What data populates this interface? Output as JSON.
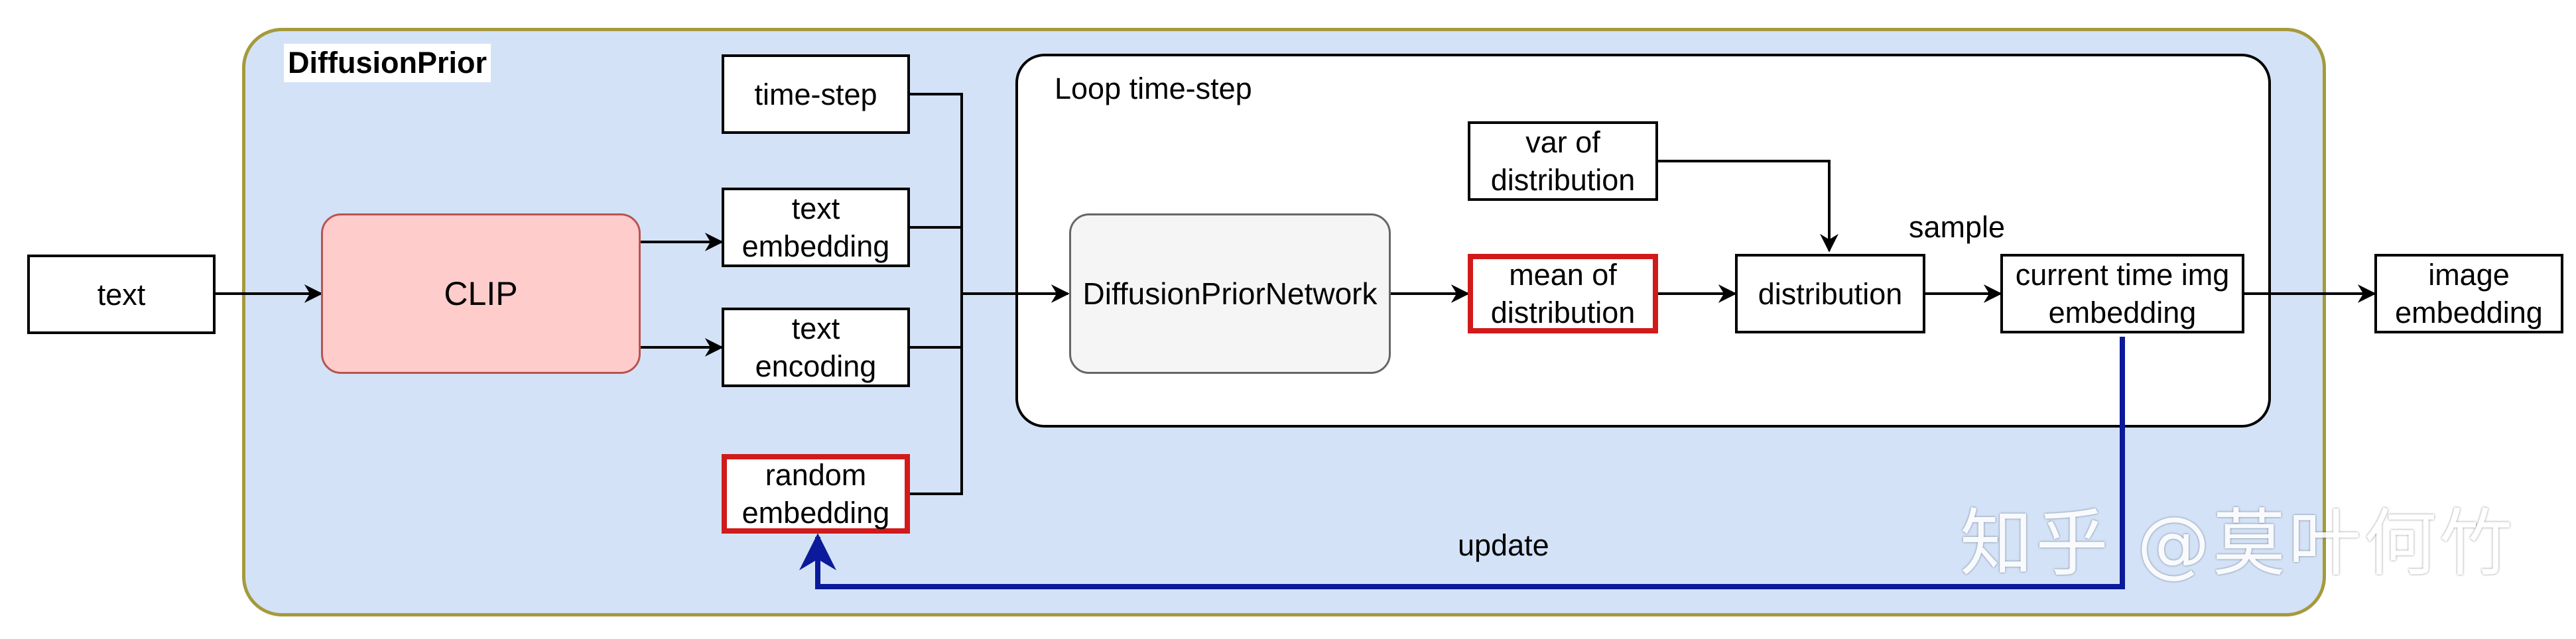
{
  "diagram": {
    "container_title": "DiffusionPrior",
    "loop_title": "Loop time-step",
    "nodes": {
      "text_input": "text",
      "clip": "CLIP",
      "time_step": "time-step",
      "text_embedding": [
        "text",
        "embedding"
      ],
      "text_encoding": [
        "text",
        "encoding"
      ],
      "random_embedding": [
        "random",
        "embedding"
      ],
      "diffusion_prior_network": "DiffusionPriorNetwork",
      "var_of_distribution": [
        "var of",
        "distribution"
      ],
      "mean_of_distribution": [
        "mean of",
        "distribution"
      ],
      "distribution": "distribution",
      "current_time_img_embedding": [
        "current time img",
        "embedding"
      ],
      "image_embedding": [
        "image",
        "embedding"
      ]
    },
    "edge_labels": {
      "sample": "sample",
      "update": "update"
    },
    "colors": {
      "container_fill": "#d3e2f7",
      "container_border": "#a59a3c",
      "clip_fill": "#ffcccc",
      "clip_border": "#b85450",
      "network_fill": "#f5f5f5",
      "highlight_border": "#d11a1a",
      "update_arrow": "#0a1a9a"
    }
  },
  "watermark": "知乎 @莫叶何竹"
}
